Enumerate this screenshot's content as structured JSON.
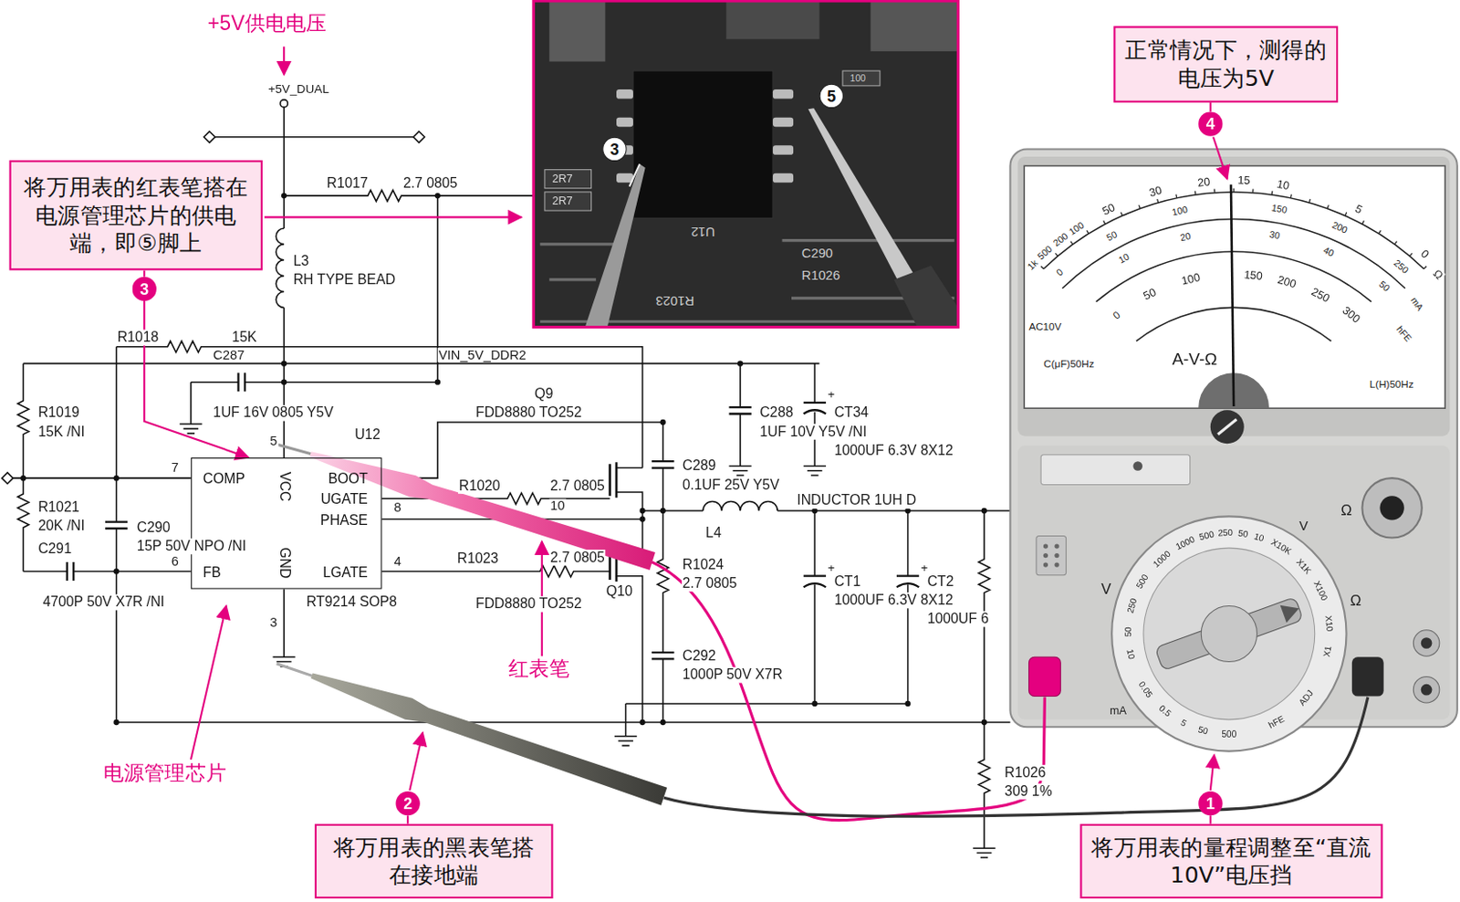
{
  "diagram": {
    "nodes": [
      {
        "text": [
          "将万用表的红表笔搭在电源管理芯片的供电端，即⑤脚上"
        ]
      },
      {
        "text": [
          "3"
        ]
      },
      {
        "text": [
          "COMP",
          "VCC",
          "BOOT",
          "UGATE",
          "PHASE",
          "FB",
          "GND",
          "LGATE"
        ]
      },
      {
        "text": [
          "3"
        ]
      },
      {
        "text": [
          "5"
        ]
      },
      {
        "text": [
          "正常情况下，测得的电压为5V"
        ]
      },
      {
        "text": [
          "4"
        ]
      },
      {
        "text": [
          "将万用表的黑表笔搭在接地端"
        ]
      },
      {
        "text": [
          "2"
        ]
      },
      {
        "text": [
          "将万用表的量程调整至“直流10V”电压挡"
        ]
      },
      {
        "text": [
          "1"
        ]
      }
    ],
    "edges": [
      {
        "from": 0,
        "to": 1,
        "arrow": "none"
      },
      {
        "from": 1,
        "to": 2,
        "arrow": "to"
      },
      {
        "from": 5,
        "to": 6,
        "arrow": "none"
      },
      {
        "from": 7,
        "to": 8,
        "arrow": "none"
      },
      {
        "from": 9,
        "to": 10,
        "arrow": "none"
      }
    ],
    "labels": [
      "+5V供电电压",
      "+5V_DUAL",
      "R1017",
      "2.7 0805",
      "L3",
      "RH TYPE BEAD",
      "R1018",
      "15K",
      "C287",
      "VIN_5V_DDR2",
      "1UF 16V 0805 Y5V",
      "R1019",
      "15K /NI",
      "U12",
      "5",
      "7",
      "R1021",
      "20K /NI",
      "C290",
      "C291",
      "15P 50V NPO /NI",
      "6",
      "4700P 50V X7R /NI",
      "RT9214 SOP8",
      "3",
      "8",
      "4",
      "Q9",
      "FDD8880 TO252",
      "R1020",
      "2.7 0805",
      "10",
      "R1023",
      "2.7 0805",
      "Q10",
      "FDD8880 TO252",
      "C288",
      "1UF 10V Y5V /NI",
      "CT34",
      "1000UF 6.3V 8X12",
      "C289",
      "0.1UF 25V Y5V",
      "INDUCTOR 1UH D",
      "L4",
      "R1024",
      "2.7 0805",
      "CT1",
      "1000UF 6.3V 8X12",
      "CT2",
      "1000UF 6",
      "C292",
      "1000P 50V X7R",
      "R1026",
      "309 1%",
      "电源管理芯片",
      "红表笔",
      "+",
      "+",
      "+",
      "2R7",
      "2R7",
      "U12",
      "C290",
      "R1026",
      "R1023",
      "100",
      "AC10V",
      "C(μF)50Hz",
      "L(H)50Hz",
      "A-V-Ω",
      "hFE",
      "mA",
      "1k",
      "500",
      "200",
      "100",
      "50",
      "30",
      "20",
      "15",
      "10",
      "5",
      "0",
      "Ω",
      "0",
      "50",
      "100",
      "150",
      "200",
      "250",
      "10",
      "20",
      "30",
      "40",
      "50",
      "0",
      "50",
      "100",
      "150",
      "200",
      "250",
      "300",
      "V",
      "Ω",
      "V",
      "mA",
      "1000",
      "500",
      "250",
      "50",
      "10",
      "X10K",
      "X1K",
      "X100",
      "X10",
      "X1",
      "ADJ",
      "hFE",
      "500",
      "50",
      "5",
      "0.5",
      "0.05",
      "10",
      "50",
      "250",
      "500",
      "1000",
      "Ω"
    ]
  }
}
